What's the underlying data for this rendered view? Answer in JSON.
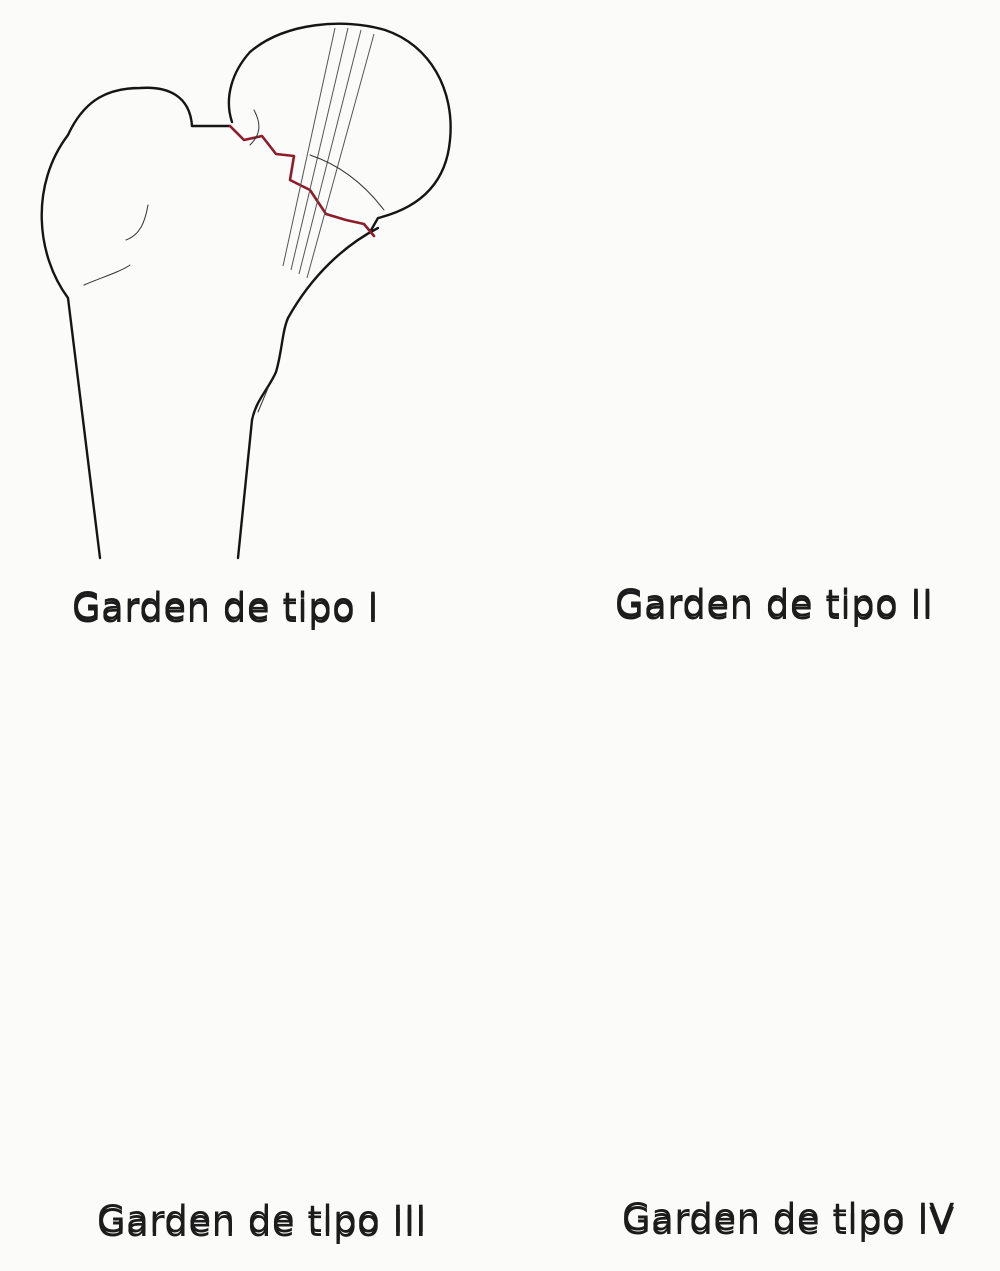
{
  "panels": [
    {
      "id": "garden-1",
      "caption": "Garden  de tipo I"
    },
    {
      "id": "garden-2",
      "caption": "Garden de tipo II"
    },
    {
      "id": "garden-3",
      "caption": "Garden de tipo III"
    },
    {
      "id": "garden-4",
      "caption": "Garden de tipo IV"
    }
  ],
  "colors": {
    "background": "#fbfbf9",
    "outline": "#151515",
    "fracture_line": "#8e1c2a",
    "trabeculae": "#555555"
  }
}
